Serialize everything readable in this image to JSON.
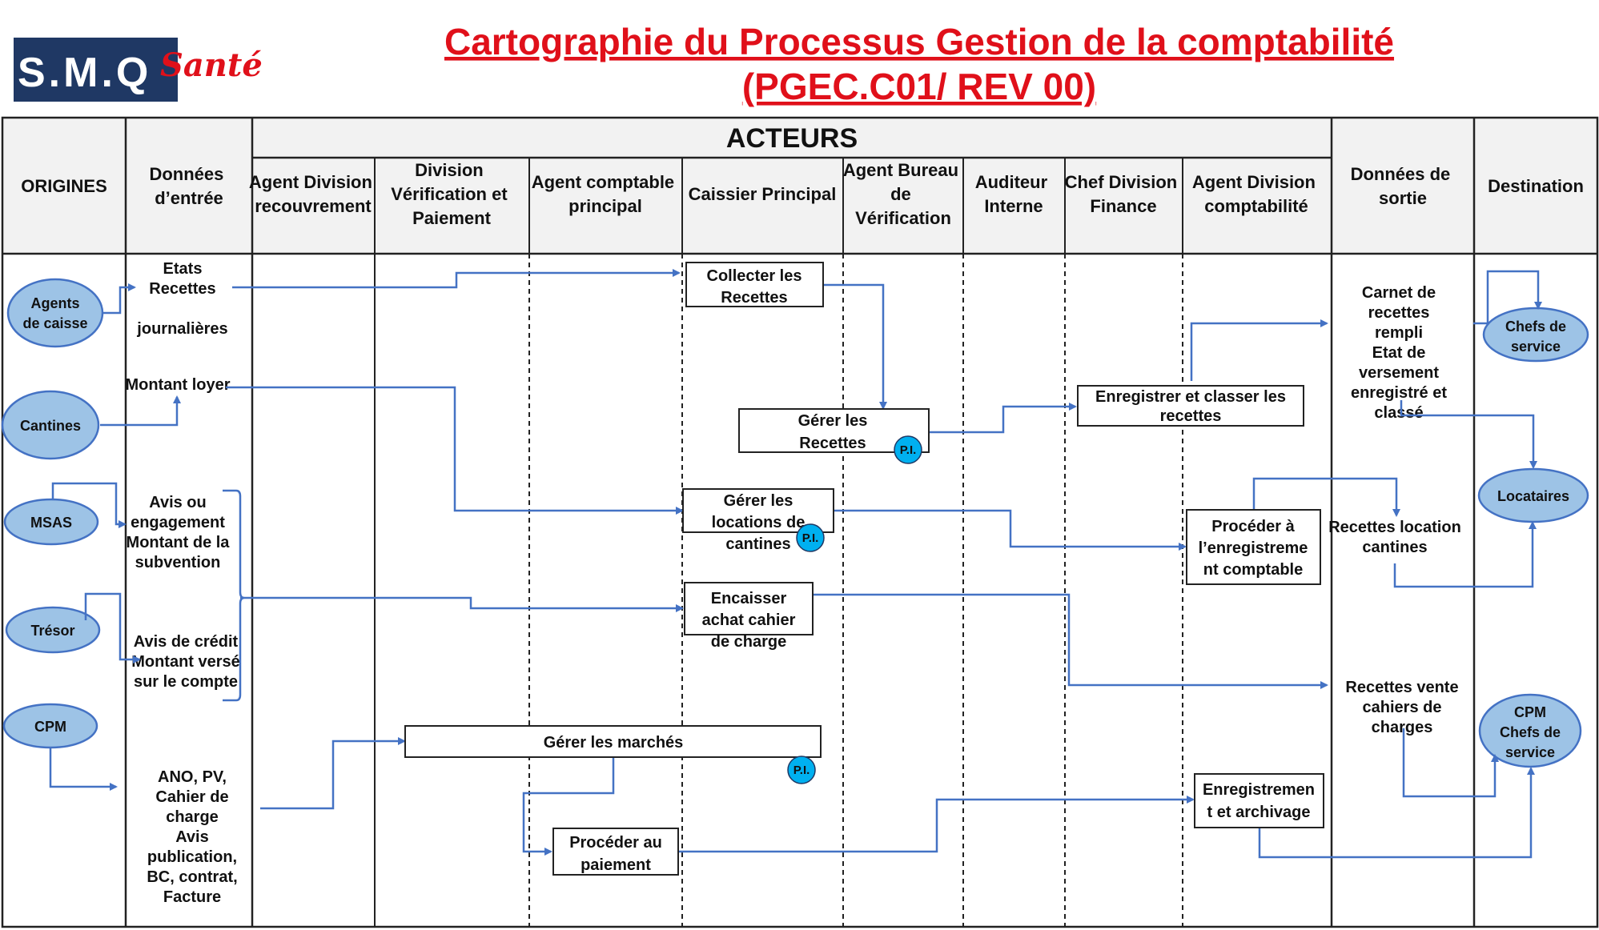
{
  "logo": {
    "main": "S.M.Q",
    "sub": "Santé"
  },
  "title": {
    "line1": "Cartographie du Processus Gestion de la comptabilité",
    "line2": "(PGEC.C01/ REV 00)"
  },
  "headers": {
    "origines": "ORIGINES",
    "donnees_entree": [
      "Données",
      "d’entrée"
    ],
    "acteurs": "ACTEURS",
    "donnees_sortie": [
      "Données de",
      "sortie"
    ],
    "destination": "Destination",
    "actors": [
      [
        "Agent Division",
        "recouvrement"
      ],
      [
        "Division",
        "Vérification et",
        "Paiement"
      ],
      [
        "Agent comptable",
        "principal"
      ],
      [
        "Caissier Principal"
      ],
      [
        "Agent Bureau",
        "de",
        "Vérification"
      ],
      [
        "Auditeur",
        "Interne"
      ],
      [
        "Chef Division",
        "Finance"
      ],
      [
        "Agent Division",
        "comptabilité"
      ]
    ]
  },
  "origins": [
    "Agents|de caisse",
    "Cantines",
    "MSAS",
    "Trésor",
    "CPM"
  ],
  "destinations": [
    "Chefs de|service",
    "Locataires",
    "CPM|Chefs de|service"
  ],
  "inputs": [
    [
      "Etats",
      "Recettes",
      "",
      "journalières"
    ],
    [
      "Montant loyer"
    ],
    [
      "Avis ou",
      "engagement",
      "Montant de la",
      "subvention"
    ],
    [
      "Avis de crédit",
      "Montant versé",
      "sur le compte"
    ],
    [
      "ANO, PV,",
      "Cahier de",
      "charge",
      "Avis",
      "publication,",
      "BC, contrat,",
      "Facture"
    ]
  ],
  "outputs": [
    [
      "Carnet de",
      "recettes",
      "rempli",
      "Etat de",
      "versement",
      "enregistré et",
      "classé"
    ],
    [
      "Recettes location",
      "cantines"
    ],
    [
      "Recettes vente",
      "cahiers de",
      "charges"
    ]
  ],
  "processes": [
    [
      "Collecter les",
      "Recettes"
    ],
    [
      "Gérer les",
      "Recettes"
    ],
    [
      "Enregistrer et classer les",
      "recettes"
    ],
    [
      "Gérer les",
      "locations de",
      "cantines"
    ],
    [
      "Procéder à",
      "l’enregistreme",
      "nt comptable"
    ],
    [
      "Encaisser",
      "achat cahier",
      "de charge"
    ],
    [
      "Gérer les marchés"
    ],
    [
      "Procéder au",
      "paiement"
    ],
    [
      "Enregistremen",
      "t et archivage"
    ]
  ],
  "pi_label": "P.I.",
  "colors": {
    "title": "#e0101a",
    "flow": "#4472c4",
    "oval": "#9dc3e6",
    "pi": "#00b0f0",
    "header_bg": "#f2f2f2",
    "logo_bg": "#1f3864"
  }
}
